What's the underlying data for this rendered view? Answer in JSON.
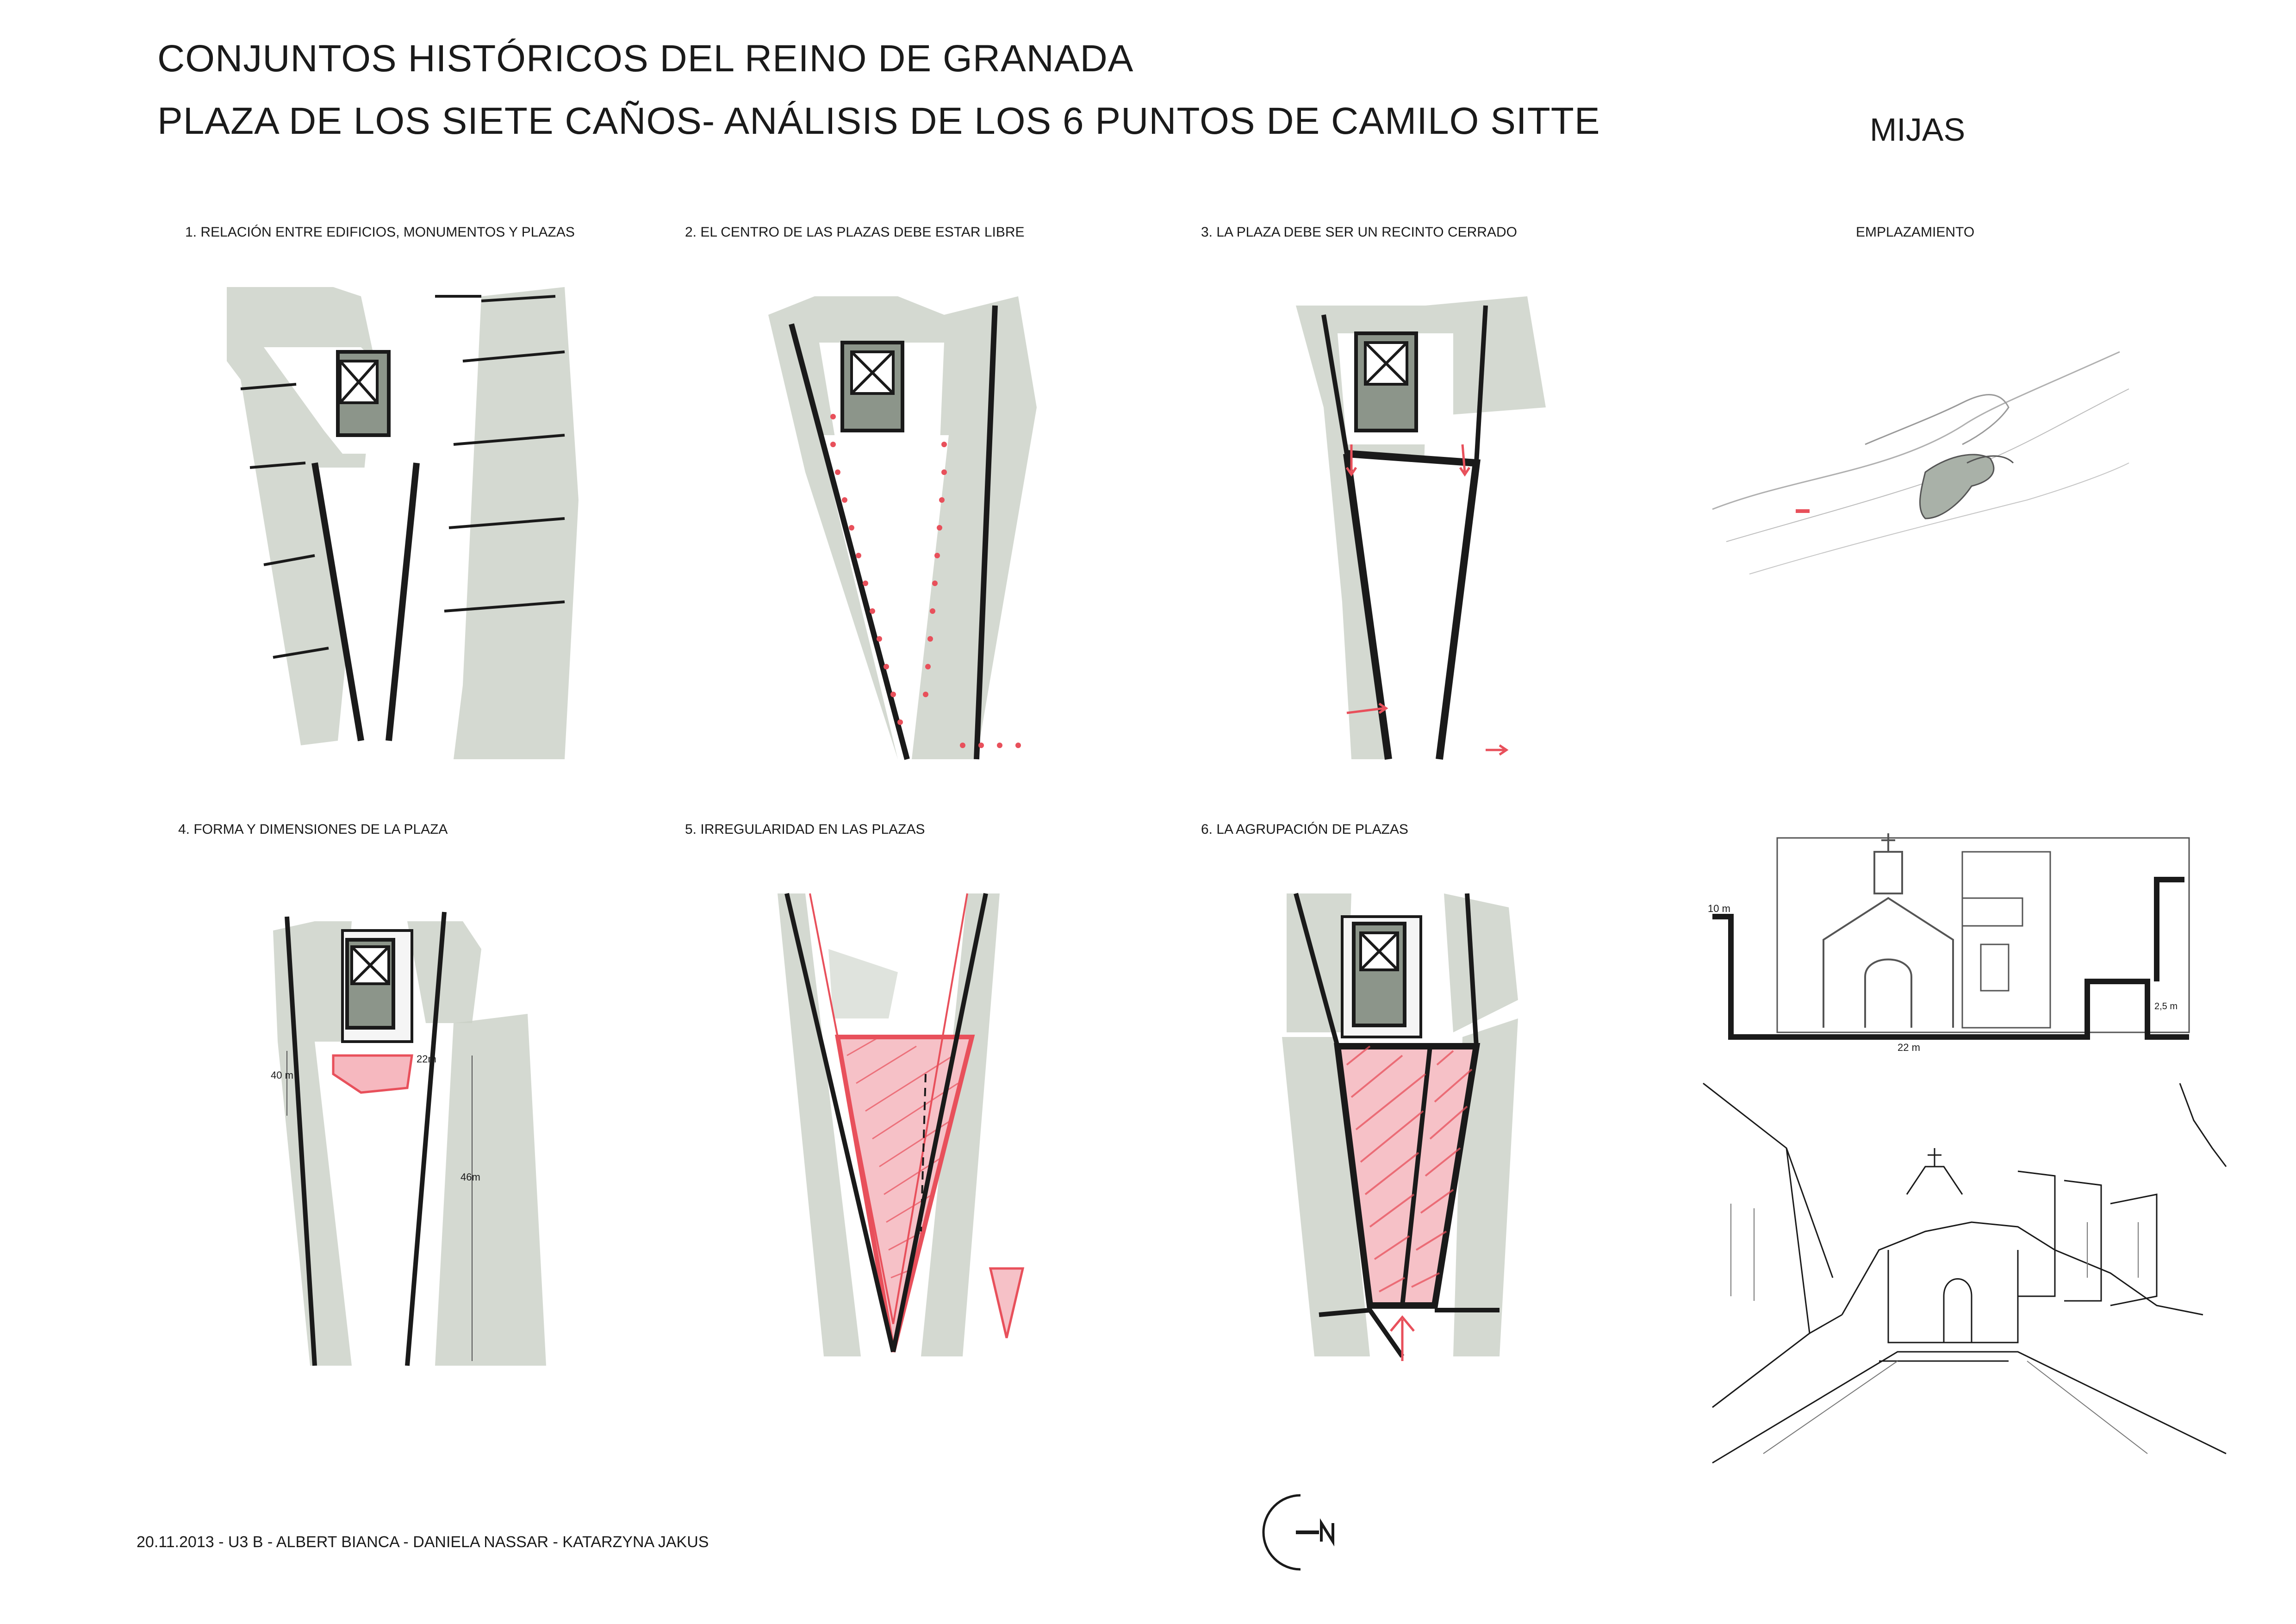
{
  "header": {
    "title_line1": "CONJUNTOS HISTÓRICOS DEL REINO DE GRANADA",
    "title_line2": "PLAZA DE LOS SIETE CAÑOS- ANÁLISIS DE LOS 6 PUNTOS DE CAMILO SITTE",
    "town": "MIJAS"
  },
  "panels": [
    {
      "id": 1,
      "caption": "1. RELACIÓN ENTRE EDIFICIOS, MONUMENTOS Y PLAZAS"
    },
    {
      "id": 2,
      "caption": "2. EL CENTRO DE LAS PLAZAS DEBE ESTAR LIBRE"
    },
    {
      "id": 3,
      "caption": "3. LA PLAZA DEBE SER UN RECINTO CERRADO"
    },
    {
      "id": 4,
      "caption": "4. FORMA Y DIMENSIONES DE LA PLAZA"
    },
    {
      "id": 5,
      "caption": "5. IRREGULARIDAD EN LAS PLAZAS"
    },
    {
      "id": 6,
      "caption": "6. LA AGRUPACIÓN DE PLAZAS"
    }
  ],
  "site": {
    "caption": "EMPLAZAMIENTO"
  },
  "dimensions": {
    "depth": "40 m",
    "front": "22m",
    "length": "46m",
    "elev_height": "10 m",
    "elev_width": "22 m",
    "elev_low": "2,5 m"
  },
  "footer": "20.11.2013  -  U3 B  -  ALBERT BIANCA   -  DANIELA NASSAR  -  KATARZYNA JAKUS",
  "colors": {
    "accent": "#e8505b",
    "fill": "#c9d0c6",
    "ink": "#1a1a1a"
  }
}
